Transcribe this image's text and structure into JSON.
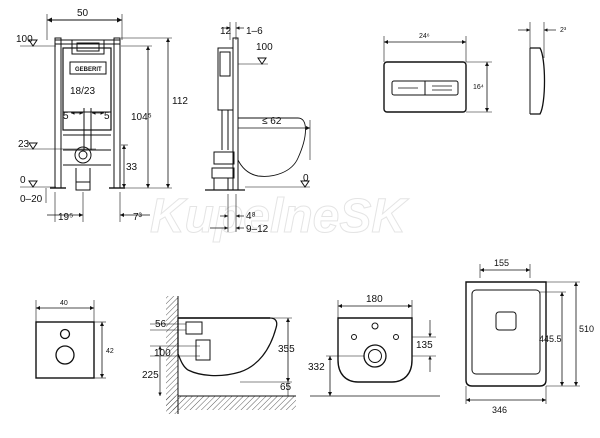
{
  "watermark": "KupelneSK",
  "frame_view": {
    "top_width": "50",
    "left_level": "100",
    "brand": "GEBERIT",
    "center_dim": "18/23",
    "left_inner": "5",
    "right_inner": "5",
    "left_level2": "23",
    "left_zero": "0",
    "zero_range": "0–20",
    "bottom_left": "19⁵",
    "bottom_right": "7³",
    "height_total": "112",
    "height_inner": "104⁵",
    "height_low": "33"
  },
  "side_view": {
    "top_a": "12",
    "top_b": "1–6",
    "level": "100",
    "depth": "≤ 62",
    "zero": "0",
    "bottom_a": "4⁸",
    "bottom_b": "9–12"
  },
  "plate_front": {
    "width": "24⁶",
    "height": "16⁴"
  },
  "plate_side": {
    "depth": "2³"
  },
  "mount_plate": {
    "width": "40",
    "height": "42"
  },
  "bowl_side": {
    "d1": "56",
    "d2": "100",
    "d3": "225",
    "d4": "355",
    "d5": "65"
  },
  "bowl_front": {
    "width": "180",
    "height": "135",
    "level": "332"
  },
  "bowl_top": {
    "width_top": "155",
    "depth_inner": "445.5",
    "depth_total": "510",
    "width_bottom": "346"
  }
}
